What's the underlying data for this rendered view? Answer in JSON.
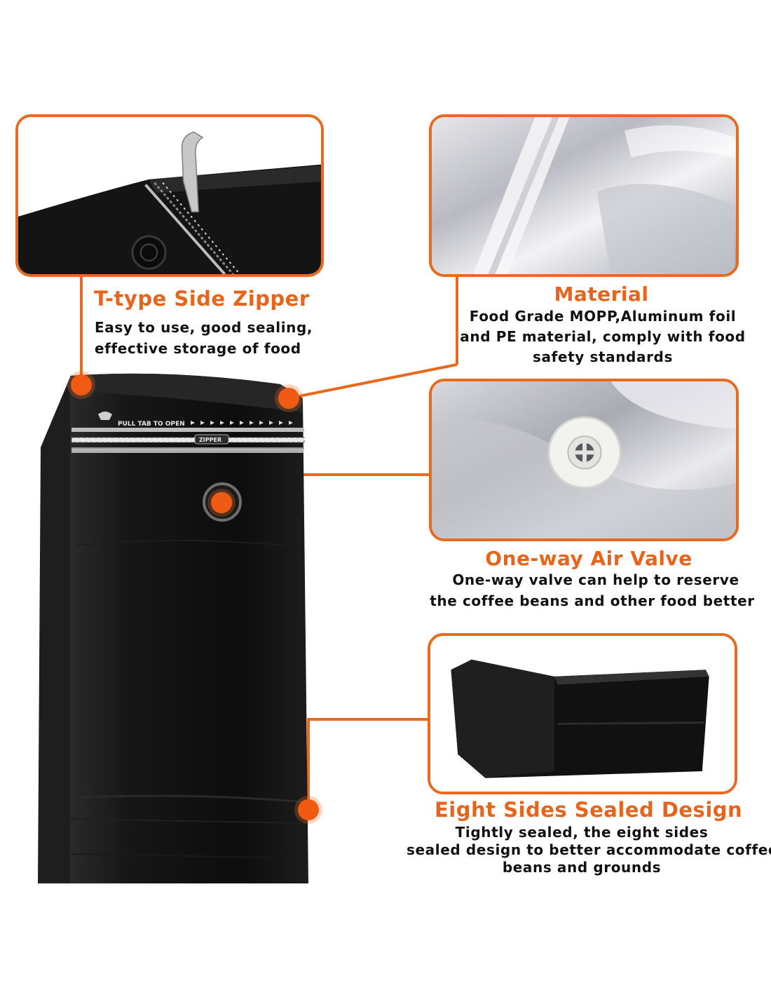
{
  "features": [
    {
      "title": "T-type Side Zipper",
      "lines": [
        "Easy to use, good sealing,",
        "effective storage of food"
      ]
    },
    {
      "title": "Material",
      "lines": [
        "Food Grade MOPP,Aluminum foil",
        "and PE material, comply with food",
        "safety standards"
      ]
    },
    {
      "title": "One-way Air Valve",
      "lines": [
        "One-way valve can help to reserve",
        "the coffee beans and other food better"
      ]
    },
    {
      "title": "Eight Sides Sealed Design",
      "lines": [
        "Tightly sealed, the eight sides",
        "sealed design to better accommodate coffee",
        "beans and grounds"
      ]
    }
  ],
  "bag": {
    "pull_tab_text": "PULL TAB TO OPEN",
    "zipper_text": "ZIPPER"
  },
  "colors": {
    "accent": "#e86a1e",
    "bag": "#121212"
  }
}
